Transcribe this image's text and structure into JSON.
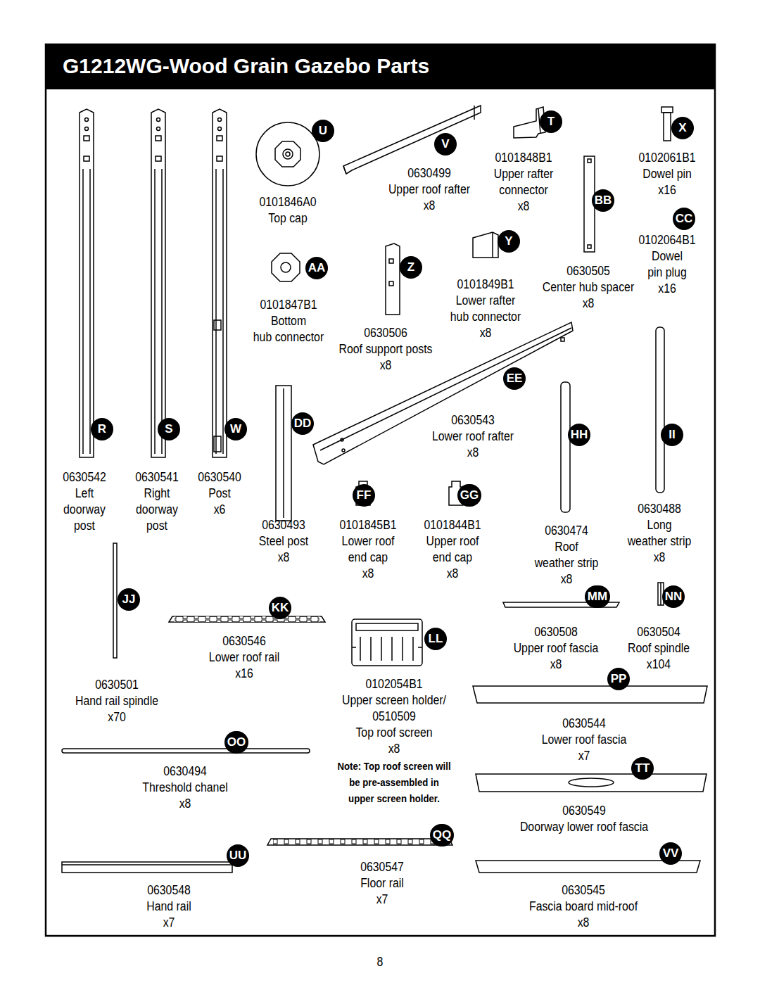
{
  "diagram": {
    "title": "G1212WG-Wood Grain Gazebo Parts",
    "nodes": [
      {
        "text": [
          "U"
        ]
      },
      {
        "text": [
          "V"
        ]
      },
      {
        "text": [
          "T"
        ]
      },
      {
        "text": [
          "X"
        ]
      },
      {
        "text": [
          "BB"
        ]
      },
      {
        "text": [
          "CC"
        ]
      },
      {
        "text": [
          "Y"
        ]
      },
      {
        "text": [
          "AA"
        ]
      },
      {
        "text": [
          "Z"
        ]
      },
      {
        "text": [
          "EE"
        ]
      },
      {
        "text": [
          "R"
        ]
      },
      {
        "text": [
          "S"
        ]
      },
      {
        "text": [
          "W"
        ]
      },
      {
        "text": [
          "DD"
        ]
      },
      {
        "text": [
          "HH"
        ]
      },
      {
        "text": [
          "II"
        ]
      },
      {
        "text": [
          "FF"
        ]
      },
      {
        "text": [
          "GG"
        ]
      },
      {
        "text": [
          "MM"
        ]
      },
      {
        "text": [
          "NN"
        ]
      },
      {
        "text": [
          "JJ"
        ]
      },
      {
        "text": [
          "KK"
        ]
      },
      {
        "text": [
          "LL"
        ]
      },
      {
        "text": [
          "PP"
        ]
      },
      {
        "text": [
          "OO"
        ]
      },
      {
        "text": [
          "TT"
        ]
      },
      {
        "text": [
          "QQ"
        ]
      },
      {
        "text": [
          "UU"
        ]
      },
      {
        "text": [
          "VV"
        ]
      }
    ],
    "labels": [
      "0630542",
      "Left",
      "doorway",
      "post",
      "0630541",
      "Right",
      "doorway",
      "post",
      "0630540",
      "Post",
      "x6",
      "0101846A0",
      "Top cap",
      "0630499",
      "Upper roof rafter",
      "x8",
      "0101848B1",
      "Upper rafter",
      "connector",
      "x8",
      "0102061B1",
      "Dowel pin",
      "x16",
      "0102064B1",
      "Dowel",
      "pin plug",
      "x16",
      "0630505",
      "Center hub spacer",
      "x8",
      "0101849B1",
      "Lower rafter",
      "hub connector",
      "x8",
      "0101847B1",
      "Bottom",
      "hub connector",
      "0630506",
      "Roof support posts",
      "x8",
      "0630543",
      "Lower roof rafter",
      "x8",
      "0630488",
      "Long",
      "weather strip",
      "x8",
      "0630493",
      "Steel post",
      "x8",
      "0101845B1",
      "Lower roof",
      "end cap",
      "x8",
      "0101844B1",
      "Upper roof",
      "end cap",
      "x8",
      "0630474",
      "Roof",
      "weather strip",
      "x8",
      "0630546",
      "Lower roof rail",
      "x16",
      "0102054B1",
      "Upper screen holder/",
      "0510509",
      "Top roof screen",
      "x8",
      "Note: Top roof screen will",
      "be pre-assembled in",
      "upper screen holder.",
      "0630508",
      "Upper roof fascia",
      "x8",
      "0630504",
      "Roof spindle",
      "x104",
      "0630501",
      "Hand rail spindle",
      "x70",
      "0630544",
      "Lower roof fascia",
      "x7",
      "0630494",
      "Threshold chanel",
      "x8",
      "0630549",
      "Doorway lower roof fascia",
      "0630548",
      "Hand rail",
      "x7",
      "0630547",
      "Floor rail",
      "x7",
      "0630545",
      "Fascia board mid-roof",
      "x8",
      "8"
    ]
  }
}
